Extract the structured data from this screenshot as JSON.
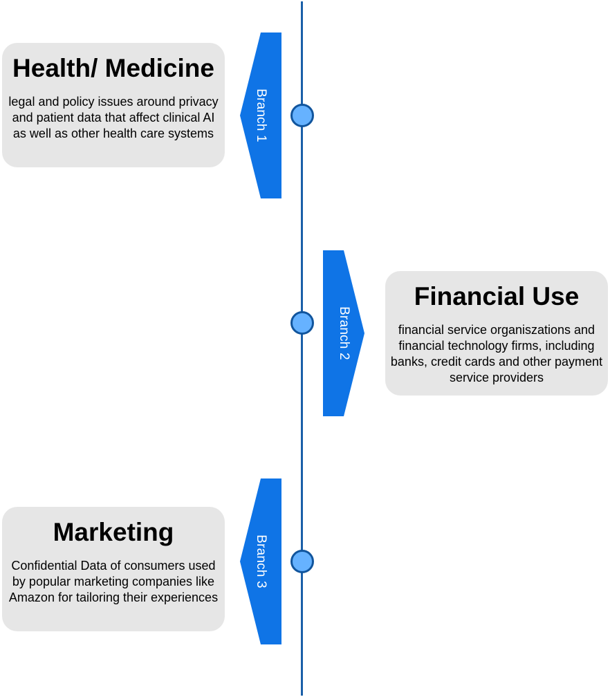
{
  "colors": {
    "timeline": "#1a5fa8",
    "node_fill": "#66b2ff",
    "node_stroke": "#11559d",
    "branch_fill": "#0f74e6",
    "card_bg": "#e6e6e6"
  },
  "branches": [
    {
      "label": "Branch 1",
      "title": "Health/ Medicine",
      "description": "legal and policy issues around privacy and patient data that affect clinical AI as well as other health care systems",
      "side": "left"
    },
    {
      "label": "Branch 2",
      "title": "Financial Use",
      "description": "financial service organiszations and financial technology firms, including banks, credit cards and other payment service providers",
      "side": "right"
    },
    {
      "label": "Branch 3",
      "title": "Marketing",
      "description": "Confidential Data of consumers used by  popular marketing companies like Amazon for tailoring their experiences",
      "side": "left"
    }
  ]
}
